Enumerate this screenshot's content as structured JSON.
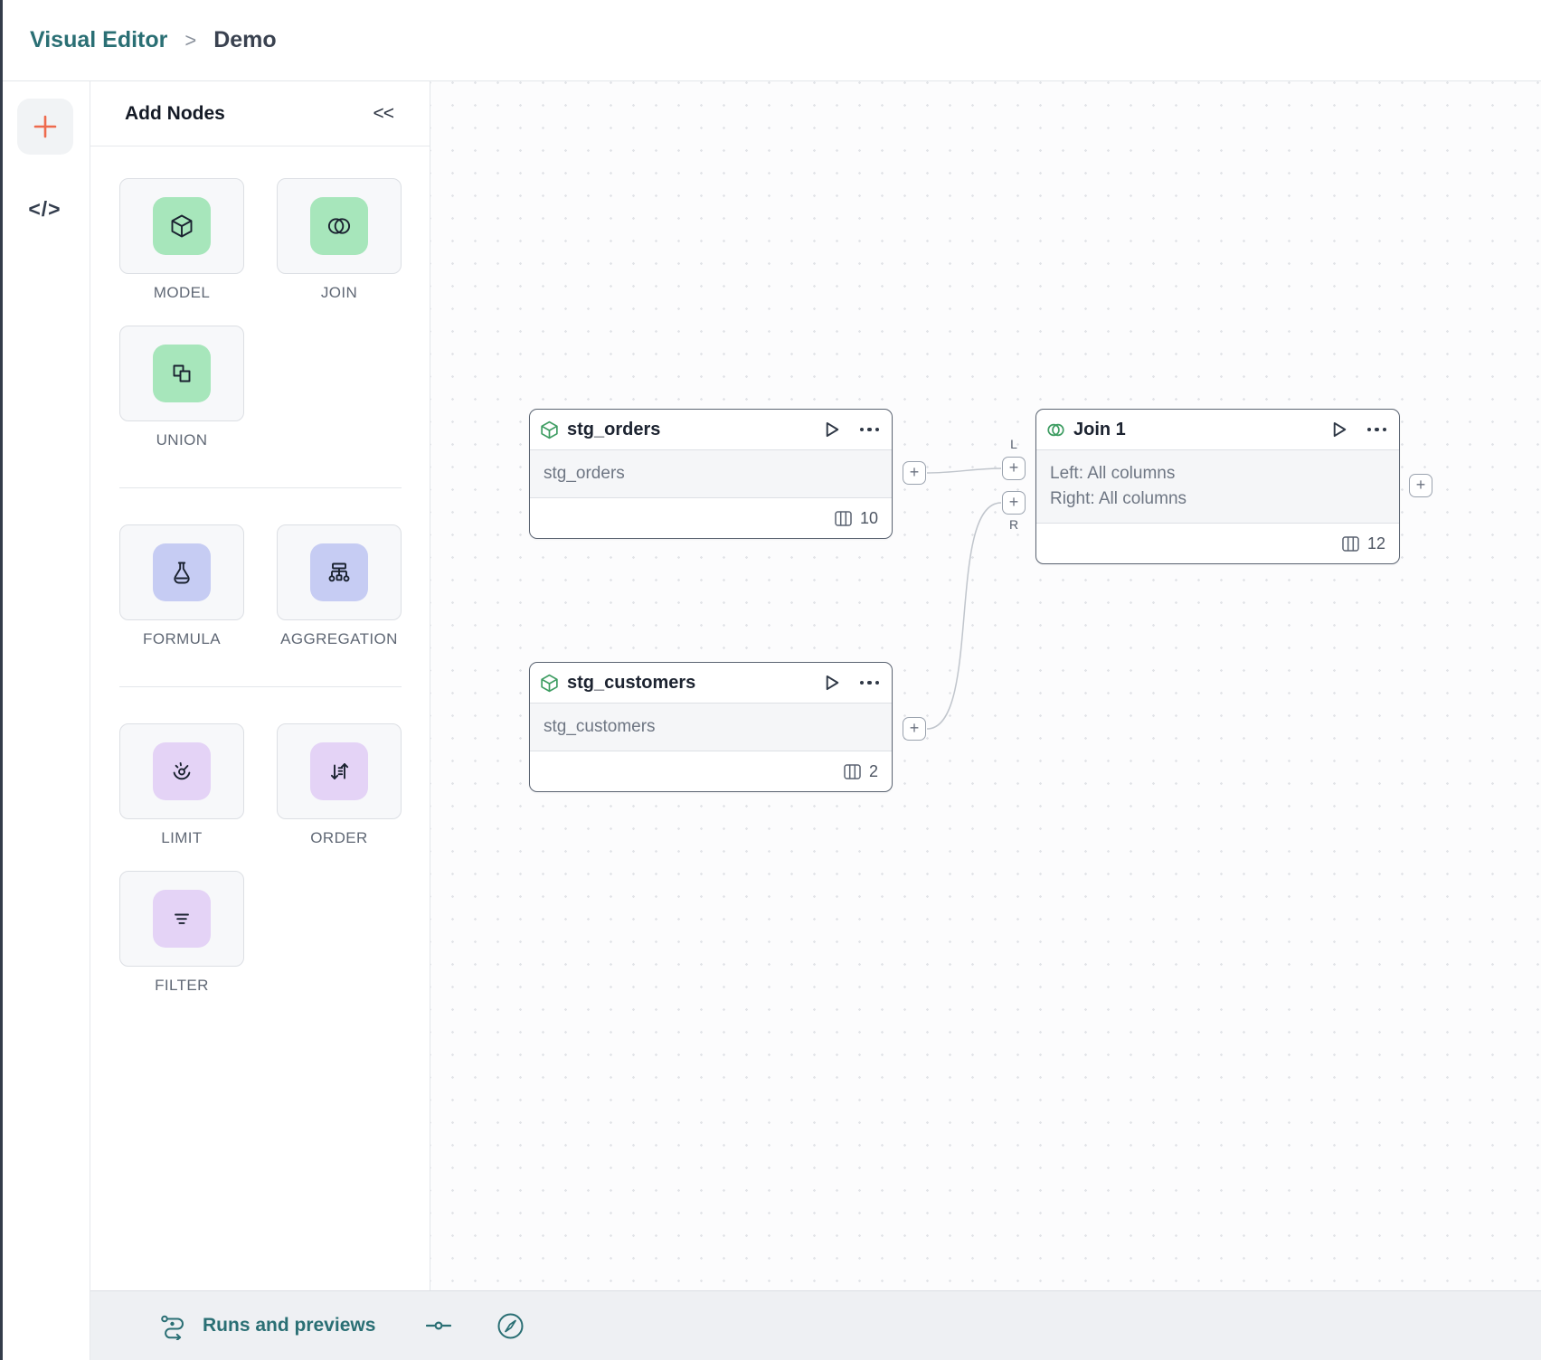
{
  "breadcrumb": {
    "app": "Visual Editor",
    "separator": ">",
    "page": "Demo"
  },
  "left_rail": {
    "code_label": "</>"
  },
  "icons": {
    "plus": "+",
    "collapse": "<<"
  },
  "panel": {
    "title": "Add Nodes",
    "groups": [
      {
        "tiles": [
          {
            "label": "MODEL",
            "icon": "cube-icon",
            "tint": "#a7e6bb"
          },
          {
            "label": "JOIN",
            "icon": "venn-icon",
            "tint": "#a7e6bb"
          },
          {
            "label": "UNION",
            "icon": "union-icon",
            "tint": "#a7e6bb"
          }
        ]
      },
      {
        "tiles": [
          {
            "label": "FORMULA",
            "icon": "flask-icon",
            "tint": "#c6ccf3"
          },
          {
            "label": "AGGREGATION",
            "icon": "hierarchy-icon",
            "tint": "#c6ccf3"
          }
        ]
      },
      {
        "tiles": [
          {
            "label": "LIMIT",
            "icon": "gauge-icon",
            "tint": "#e4d3f6"
          },
          {
            "label": "ORDER",
            "icon": "sort-icon",
            "tint": "#e4d3f6"
          },
          {
            "label": "FILTER",
            "icon": "filter-lines-icon",
            "tint": "#e4d3f6"
          }
        ]
      }
    ]
  },
  "canvas": {
    "nodes": [
      {
        "title": "stg_orders",
        "type": "model",
        "body_lines": [
          "stg_orders"
        ],
        "column_count": "10"
      },
      {
        "title": "Join 1",
        "type": "join",
        "body_lines": [
          "Left: All columns",
          "Right: All columns"
        ],
        "column_count": "12",
        "port_labels": {
          "left": "L",
          "right": "R"
        }
      },
      {
        "title": "stg_customers",
        "type": "model",
        "body_lines": [
          "stg_customers"
        ],
        "column_count": "2"
      }
    ]
  },
  "bottom_bar": {
    "runs_label": "Runs and previews"
  },
  "colors": {
    "accent_teal": "#2a6f74",
    "accent_orange": "#ee6a4d",
    "node_border": "#5b6472",
    "edge": "#c0c5cc",
    "tile_green": "#a7e6bb",
    "tile_indigo": "#c6ccf3",
    "tile_purple": "#e4d3f6",
    "node_icon_green": "#3e9d62"
  }
}
